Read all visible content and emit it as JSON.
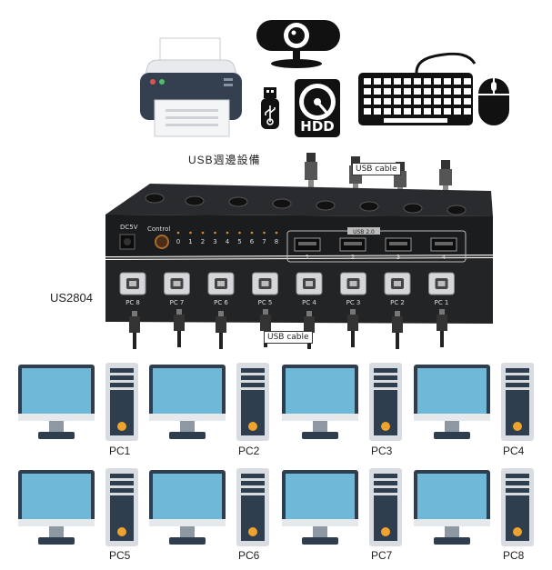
{
  "peripherals_label": "USB週邊設備",
  "cable_label_top": "USB cable",
  "cable_label_bottom": "USB cable",
  "hdd_label": "HDD",
  "model_label": "US2804",
  "device": {
    "power_label": "DC5V",
    "control_label": "Control",
    "led_numbers": [
      "0",
      "1",
      "2",
      "3",
      "4",
      "5",
      "6",
      "7",
      "8"
    ],
    "usb2_label": "USB 2.0",
    "usb_port_numbers": [
      "1",
      "2",
      "3",
      "4"
    ],
    "pc_port_labels": [
      "PC 8",
      "PC 7",
      "PC 6",
      "PC 5",
      "PC 4",
      "PC 3",
      "PC 2",
      "PC 1"
    ]
  },
  "computers": [
    "PC1",
    "PC2",
    "PC3",
    "PC4",
    "PC5",
    "PC6",
    "PC7",
    "PC8"
  ],
  "colors": {
    "screen": "#6fb8d8",
    "bezel": "#2e3e4e",
    "tower": "#d9dde2",
    "accent": "#f0a32a",
    "device": "#232426"
  }
}
